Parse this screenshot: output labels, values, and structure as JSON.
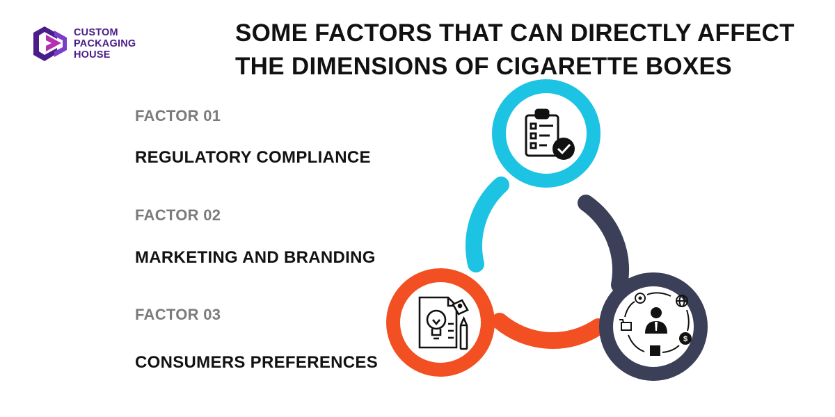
{
  "logo": {
    "line1": "CUSTOM",
    "line2": "PACKAGING",
    "line3": "HOUSE"
  },
  "title": {
    "line1": "SOME FACTORS THAT CAN DIRECTLY AFFECT",
    "line2": "THE DIMENSIONS OF CIGARETTE BOXES"
  },
  "factors": [
    {
      "label": "FACTOR 01",
      "name": "REGULATORY COMPLIANCE",
      "icon": "checklist-clipboard-icon",
      "color": "#1cc3e3"
    },
    {
      "label": "FACTOR 02",
      "name": "MARKETING AND BRANDING",
      "icon": "marketing-cycle-icon",
      "color": "#3b3f57"
    },
    {
      "label": "FACTOR 03",
      "name": "CONSUMERS PREFERENCES",
      "icon": "idea-document-icon",
      "color": "#f25022"
    }
  ],
  "colors": {
    "logo_purple": "#4a1d8a",
    "logo_violet": "#7a3fc8",
    "logo_magenta": "#b52fb0",
    "cyan": "#1cc3e3",
    "navy": "#3b3f57",
    "orange": "#f25022"
  }
}
